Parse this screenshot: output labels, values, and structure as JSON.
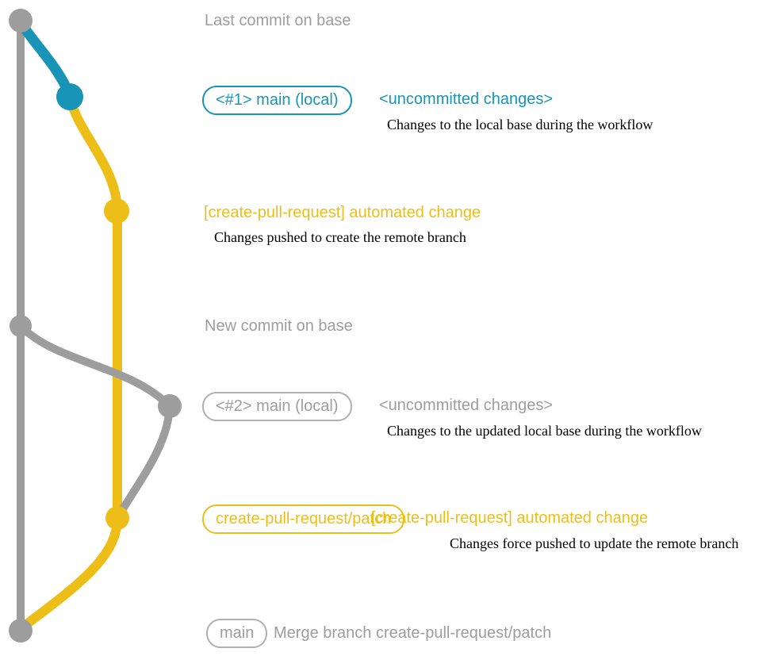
{
  "colors": {
    "teal": "#1794b6",
    "yellow": "#eebe18",
    "gray": "#9d9d9d",
    "badge_border_gray": "#b0b0b0",
    "desc_text": "#000000",
    "background": "#ffffff"
  },
  "graph": {
    "base_branch": "base",
    "commit_nodes": [
      "last-commit-on-base",
      "local-main-1",
      "automated-change-1",
      "new-commit-on-base",
      "local-main-2",
      "automated-change-2",
      "merge-commit"
    ]
  },
  "annotations": {
    "last_commit": "Last commit on base",
    "new_commit": "New commit on base"
  },
  "rows": {
    "row1": {
      "badge": "<#1> main (local)",
      "title": "<uncommitted changes>",
      "desc": "Changes to the local base during the workflow"
    },
    "row2": {
      "title": "[create-pull-request] automated change",
      "desc": "Changes pushed to create the remote branch"
    },
    "row3": {
      "badge": "<#2> main (local)",
      "title": "<uncommitted changes>",
      "desc": "Changes to the updated local base during the workflow"
    },
    "row4": {
      "badge": "create-pull-request/patch",
      "title": "[create-pull-request] automated change",
      "desc": "Changes force pushed to update the remote branch"
    },
    "row5": {
      "badge": "main",
      "title": "Merge branch create-pull-request/patch"
    }
  }
}
